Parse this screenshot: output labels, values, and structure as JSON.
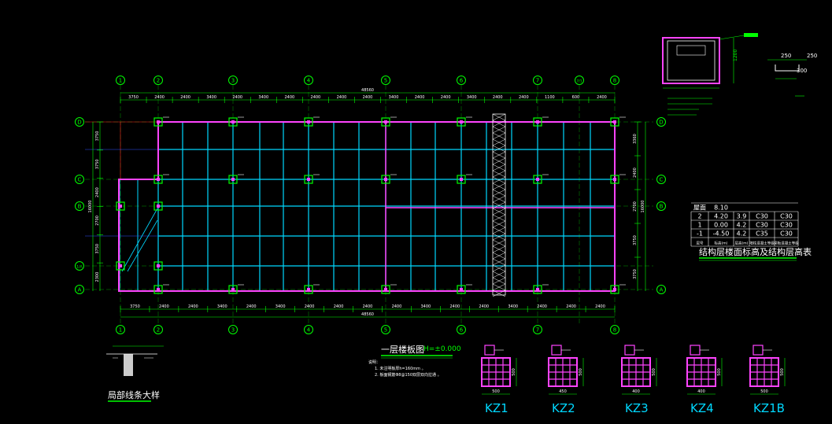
{
  "axes_top": [
    "1",
    "2",
    "3",
    "4",
    "5",
    "6",
    "7",
    "7/1",
    "8"
  ],
  "axes_left": [
    "D",
    "C",
    "B",
    "1/A",
    "A"
  ],
  "axes_right": [
    "D",
    "C",
    "B",
    "A"
  ],
  "top_overall_dim": "48560",
  "bottom_overall_dim": "48560",
  "top_spacing_dims": [
    "3750",
    "2400",
    "2400",
    "3400",
    "2400",
    "3400",
    "2400",
    "2400",
    "2400",
    "2400",
    "3400",
    "2400",
    "2400",
    "3400",
    "2400",
    "2400",
    "1100",
    "600",
    "2400"
  ],
  "bottom_spacing_dims": [
    "3750",
    "2400",
    "2400",
    "3400",
    "2400",
    "3400",
    "2400",
    "2400",
    "2400",
    "2400",
    "3400",
    "2400",
    "2400",
    "3400",
    "2400",
    "2400",
    "2400"
  ],
  "left_dims": [
    "3750",
    "3750",
    "2400",
    "2700",
    "3750",
    "2300"
  ],
  "left_overall_dim": "16000",
  "right_dims": [
    "3360",
    "2400",
    "2700",
    "3750",
    "3750"
  ],
  "right_overall_dim": "16000",
  "level_table": {
    "rows": [
      [
        "屋面",
        "8.10",
        "",
        "",
        ""
      ],
      [
        "2",
        "4.20",
        "3.9",
        "C30",
        "C30"
      ],
      [
        "1",
        "0.00",
        "4.2",
        "C30",
        "C30"
      ],
      [
        "-1",
        "-4.50",
        "4.2",
        "C35",
        "C30"
      ]
    ],
    "header": [
      "层号",
      "标高(m)",
      "层高(m)",
      "墙柱混凝土等级",
      "梁板混凝土等级"
    ],
    "caption": "结构层楼面标高及结构层高表"
  },
  "plan_title": "一层楼板图",
  "plan_elevation": "H=±0.000",
  "plan_notes_label": "说明：",
  "plan_notes": [
    "1. 未注明板厚h=160mm 。",
    "2. 板面钢筋Φ8@150双层双向拉通 。"
  ],
  "line_detail_caption": "局部线条大样",
  "top_section_dim": "1200",
  "small_detail_dims": [
    "250",
    "250",
    "300"
  ],
  "columns": [
    {
      "label": "KZ1",
      "width": "500",
      "height": "500"
    },
    {
      "label": "KZ2",
      "width": "450",
      "height": "500"
    },
    {
      "label": "KZ3",
      "width": "400",
      "height": "500"
    },
    {
      "label": "KZ4",
      "width": "400",
      "height": "500"
    },
    {
      "label": "KZ1B",
      "width": "500",
      "height": "500"
    }
  ],
  "colors": {
    "background": "#000000",
    "grid": "#00ff00",
    "beam": "#00d8ff",
    "wall": "#ff44ff",
    "white": "#ffffff",
    "red": "#ff2020"
  }
}
